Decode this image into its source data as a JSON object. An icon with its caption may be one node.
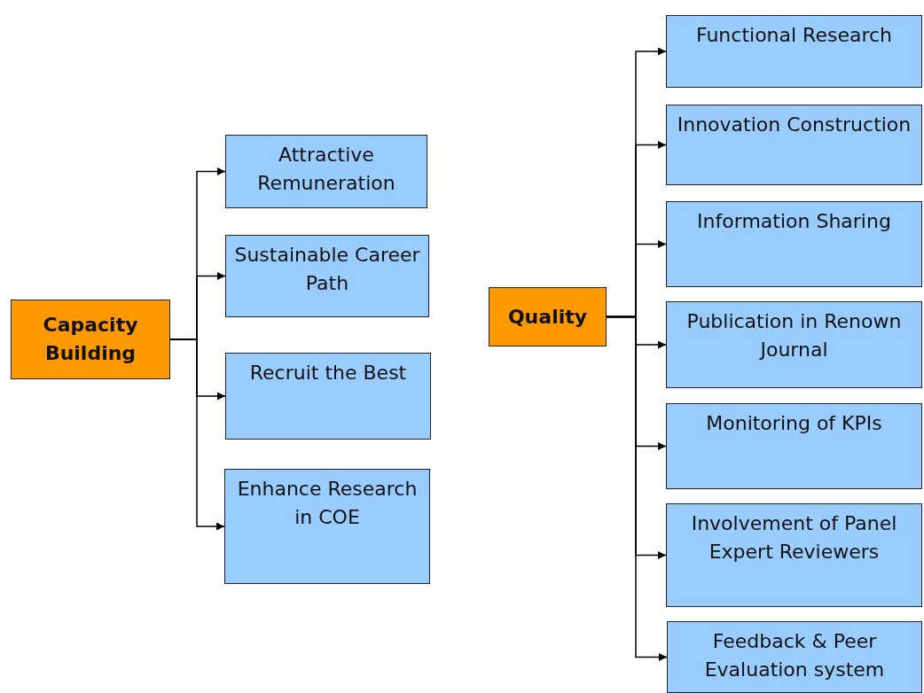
{
  "diagram": {
    "nodes": [
      {
        "text": [
          "Capacity Building"
        ]
      },
      {
        "text": [
          "Attractive Remuneration"
        ]
      },
      {
        "text": [
          "Sustainable Career Path"
        ]
      },
      {
        "text": [
          "Recruit the Best"
        ]
      },
      {
        "text": [
          "Enhance Research in COE"
        ]
      },
      {
        "text": [
          "Quality"
        ]
      },
      {
        "text": [
          "Functional Research"
        ]
      },
      {
        "text": [
          "Innovation Construction"
        ]
      },
      {
        "text": [
          "Information Sharing"
        ]
      },
      {
        "text": [
          "Publication in Renown Journal"
        ]
      },
      {
        "text": [
          "Monitoring of KPIs"
        ]
      },
      {
        "text": [
          "Involvement of Panel Expert Reviewers"
        ]
      },
      {
        "text": [
          "Feedback & Peer Evaluation system"
        ]
      }
    ],
    "edges": [
      {
        "from": 0,
        "to": 1,
        "arrow": "to"
      },
      {
        "from": 0,
        "to": 2,
        "arrow": "to"
      },
      {
        "from": 0,
        "to": 3,
        "arrow": "to"
      },
      {
        "from": 0,
        "to": 4,
        "arrow": "to"
      },
      {
        "from": 5,
        "to": 6,
        "arrow": "to"
      },
      {
        "from": 5,
        "to": 7,
        "arrow": "to"
      },
      {
        "from": 5,
        "to": 8,
        "arrow": "to"
      },
      {
        "from": 5,
        "to": 9,
        "arrow": "to"
      },
      {
        "from": 5,
        "to": 10,
        "arrow": "to"
      },
      {
        "from": 5,
        "to": 11,
        "arrow": "to"
      },
      {
        "from": 5,
        "to": 12,
        "arrow": "to"
      }
    ]
  }
}
